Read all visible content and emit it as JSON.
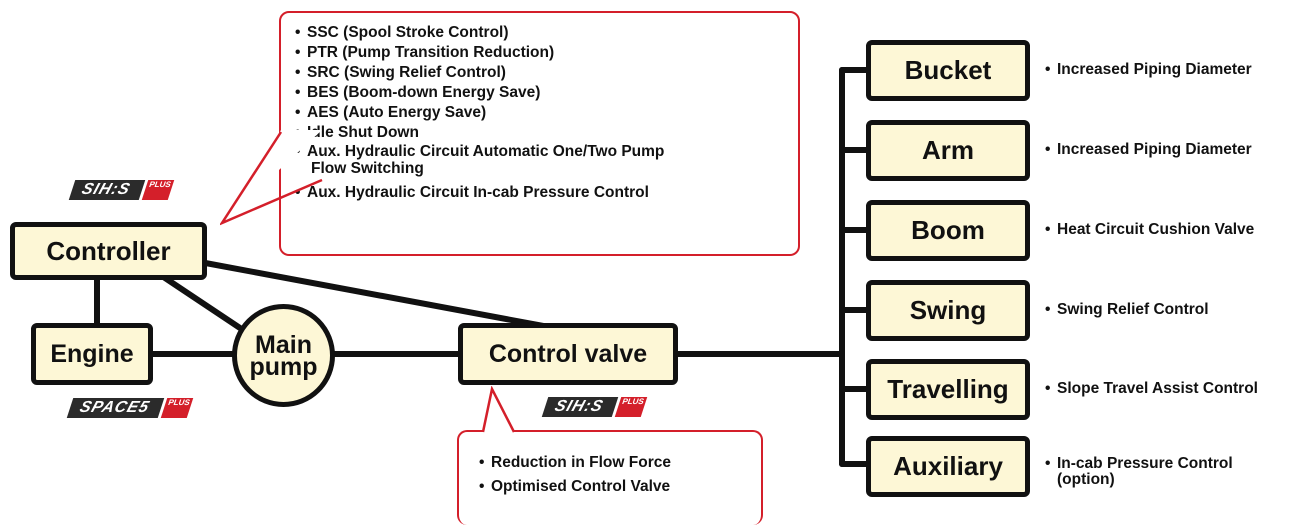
{
  "controller": {
    "label": "Controller",
    "logo": "SIH:S",
    "logo_badge": "PLUS",
    "features": [
      "SSC (Spool Stroke Control)",
      "PTR (Pump Transition Reduction)",
      "SRC (Swing Relief Control)",
      "BES (Boom-down Energy Save)",
      "AES (Auto Energy Save)",
      "Idle Shut Down",
      "Aux. Hydraulic Circuit Automatic One/Two Pump",
      "Flow Switching",
      "Aux. Hydraulic Circuit In-cab Pressure Control"
    ]
  },
  "engine": {
    "label": "Engine",
    "logo": "SPACE5",
    "logo_badge": "PLUS"
  },
  "main_pump": {
    "line1": "Main",
    "line2": "pump"
  },
  "control_valve": {
    "label": "Control valve",
    "logo": "SIH:S",
    "logo_badge": "PLUS",
    "features": [
      "Reduction in Flow Force",
      "Optimised Control Valve"
    ]
  },
  "bullet_char": "•",
  "branches": [
    {
      "label": "Bucket",
      "feature": "Increased Piping Diameter",
      "feature2": ""
    },
    {
      "label": "Arm",
      "feature": "Increased Piping Diameter",
      "feature2": ""
    },
    {
      "label": "Boom",
      "feature": "Heat Circuit Cushion Valve",
      "feature2": ""
    },
    {
      "label": "Swing",
      "feature": "Swing Relief Control",
      "feature2": ""
    },
    {
      "label": "Travelling",
      "feature": "Slope Travel Assist Control",
      "feature2": ""
    },
    {
      "label": "Auxiliary",
      "feature": "In-cab Pressure Control",
      "feature2": "(option)"
    }
  ],
  "colors": {
    "box_fill": "#fdf7d6",
    "callout_border": "#d41f2a",
    "line": "#111111"
  }
}
